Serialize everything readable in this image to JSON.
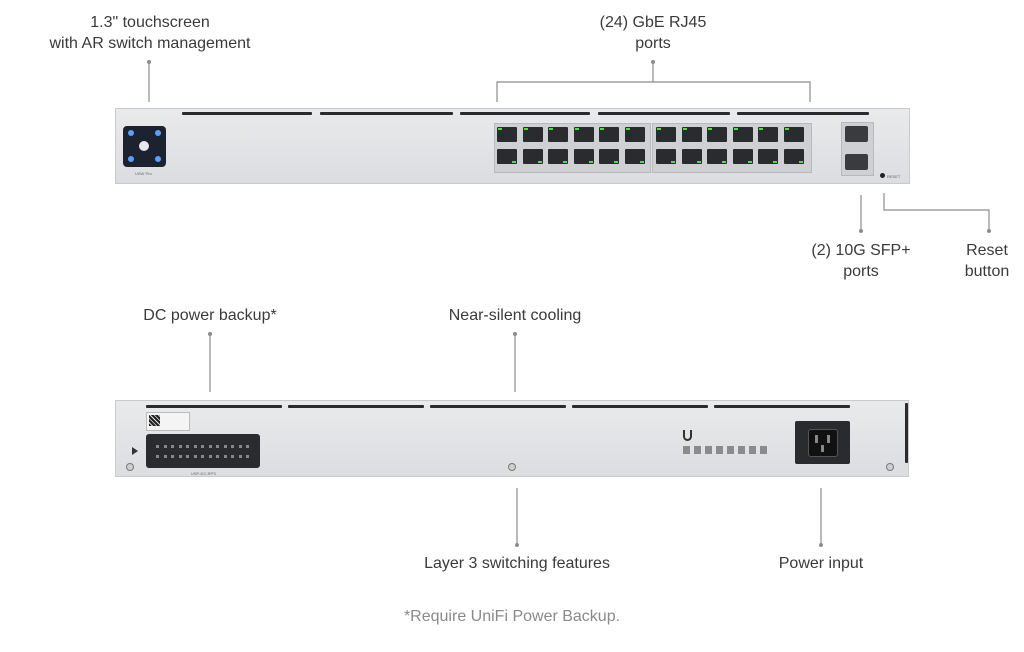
{
  "labels": {
    "touchscreen": [
      "1.3\" touchscreen",
      "with AR switch management"
    ],
    "rj45": [
      "(24) GbE RJ45",
      "ports"
    ],
    "sfp": [
      "(2) 10G SFP+",
      "ports"
    ],
    "reset": [
      "Reset",
      "button"
    ],
    "dc_power": [
      "DC power backup*"
    ],
    "cooling": [
      "Near-silent cooling"
    ],
    "layer3": [
      "Layer 3 switching features"
    ],
    "power_input": [
      "Power input"
    ]
  },
  "footnote": "*Require UniFi Power Backup.",
  "device": {
    "front_model": "USW Pro",
    "reset_tag": "RESET",
    "dc_tag": "USP-DC-RPS",
    "port_count": 24,
    "sfp_count": 2
  },
  "colors": {
    "chassis": "#e3e4e7",
    "port_led": "#4be04b",
    "screen": "#1d2230",
    "line": "#8c8c8c"
  }
}
